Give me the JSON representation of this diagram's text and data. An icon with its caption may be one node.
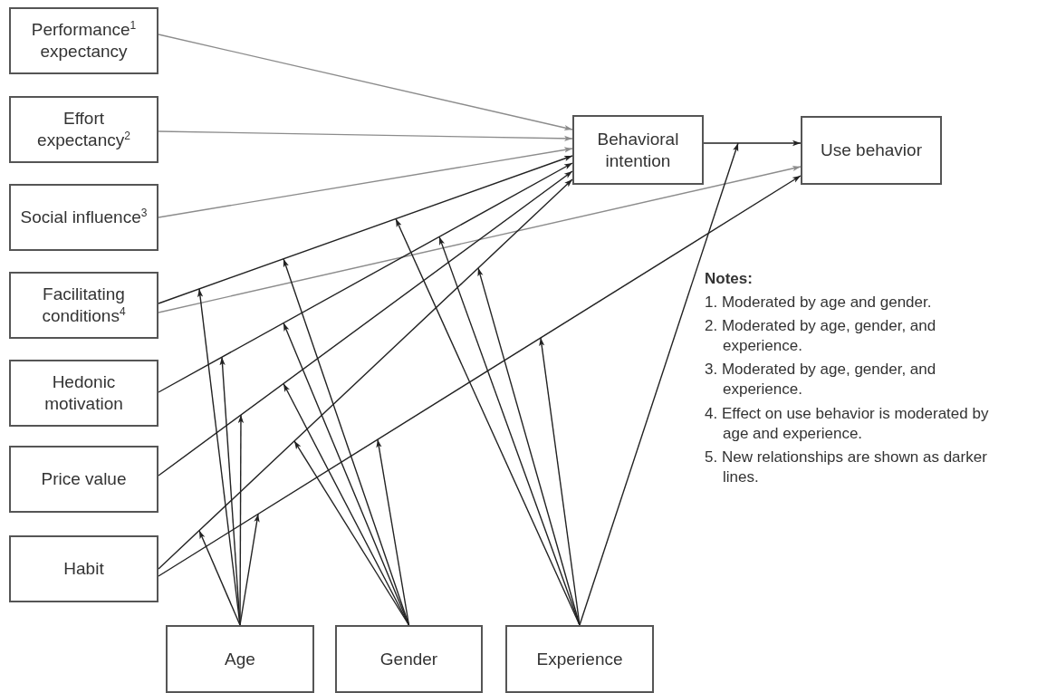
{
  "diagram": {
    "nodes": [
      {
        "text": [
          "Performance$^{1}$ expectancy"
        ]
      },
      {
        "text": [
          "Effort expectancy$^{2}$"
        ]
      },
      {
        "text": [
          "Social influence$^{3}$"
        ]
      },
      {
        "text": [
          "Facilitating conditions$^{4}$"
        ]
      },
      {
        "text": [
          "Hedonic motivation"
        ]
      },
      {
        "text": [
          "Price value"
        ]
      },
      {
        "text": [
          "Habit"
        ]
      },
      {
        "text": [
          "Behavioral intention"
        ]
      },
      {
        "text": [
          "Use behavior"
        ]
      },
      {
        "text": [
          "Age"
        ]
      },
      {
        "text": [
          "Gender"
        ]
      },
      {
        "text": [
          "Experience"
        ]
      }
    ],
    "edges": [
      {
        "from": 0,
        "to": 7,
        "arrow": "to",
        "color": "#8c8c8c"
      },
      {
        "from": 1,
        "to": 7,
        "arrow": "to",
        "color": "#8c8c8c"
      },
      {
        "from": 2,
        "to": 7,
        "arrow": "to",
        "color": "#8c8c8c"
      },
      {
        "from": 3,
        "to": 7,
        "arrow": "to"
      },
      {
        "from": 3,
        "to": 8,
        "arrow": "to",
        "color": "#8c8c8c"
      },
      {
        "from": 4,
        "to": 7,
        "arrow": "to"
      },
      {
        "from": 5,
        "to": 7,
        "arrow": "to"
      },
      {
        "from": 6,
        "to": 7,
        "arrow": "to"
      },
      {
        "from": 6,
        "to": 8,
        "arrow": "to"
      },
      {
        "from": 7,
        "to": 8,
        "arrow": "to"
      },
      {
        "from": 9,
        "to": null,
        "arrow": "to"
      },
      {
        "from": 9,
        "to": null,
        "arrow": "to"
      },
      {
        "from": 9,
        "to": null,
        "arrow": "to"
      },
      {
        "from": 9,
        "to": null,
        "arrow": "to"
      },
      {
        "from": 9,
        "to": null,
        "arrow": "to"
      },
      {
        "from": 10,
        "to": null,
        "arrow": "to"
      },
      {
        "from": 10,
        "to": null,
        "arrow": "to"
      },
      {
        "from": 10,
        "to": null,
        "arrow": "to"
      },
      {
        "from": 10,
        "to": null,
        "arrow": "to"
      },
      {
        "from": 10,
        "to": null,
        "arrow": "to"
      },
      {
        "from": 11,
        "to": null,
        "arrow": "to"
      },
      {
        "from": 11,
        "to": null,
        "arrow": "to"
      },
      {
        "from": 11,
        "to": null,
        "arrow": "to"
      },
      {
        "from": 11,
        "to": null,
        "arrow": "to"
      },
      {
        "from": 11,
        "to": null,
        "arrow": "to"
      }
    ],
    "labels": [
      "Notes:",
      "1. Moderated by age and gender.",
      "2. Moderated by age, gender, and experience.",
      "3. Moderated by age, gender, and experience.",
      "4. Effect on use behavior is moderated by age and experience.",
      "5. New relationships are shown as darker lines."
    ]
  }
}
